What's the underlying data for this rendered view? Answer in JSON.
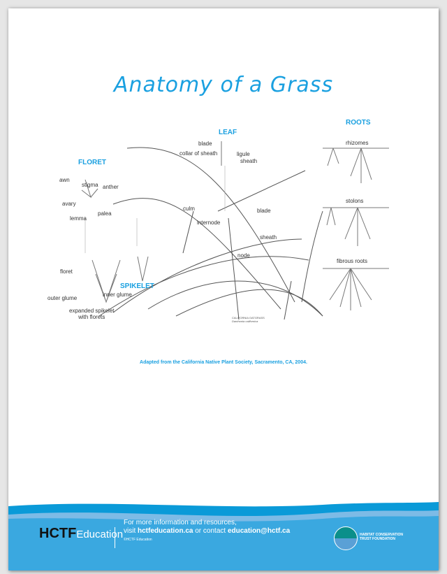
{
  "title": "Anatomy of a Grass",
  "sections": {
    "floret": "FLORET",
    "leaf": "LEAF",
    "spikelet": "SPIKELET",
    "roots": "ROOTS"
  },
  "labels": {
    "awn": "awn",
    "stigma": "stigma",
    "anther": "anther",
    "avary": "avary",
    "palea": "palea",
    "lemma": "lemma",
    "floret": "floret",
    "outer_glume": "outer glume",
    "inner_glume": "inner glume",
    "expanded": "expanded spikelet",
    "with_florets": "with florets",
    "blade_leaf": "blade",
    "collar": "collar of sheath",
    "ligule": "ligule",
    "sheath_leaf": "sheath",
    "culm": "culm",
    "internode": "internode",
    "blade": "blade",
    "sheath": "sheath",
    "node": "node",
    "rhizomes": "rhizomes",
    "stolons": "stolons",
    "fibrous": "fibrous roots"
  },
  "plant_caption": {
    "name": "CALIFORNIA OATGRASS",
    "species": "Danthonia californica"
  },
  "credit": "Adapted from the California Native Plant Society, Sacramento, CA, 2004.",
  "footer": {
    "logo_hctf": "HCTF",
    "logo_edu": "Education",
    "line1": "For more information and resources,",
    "visit": "visit ",
    "site": "hctfeducation.ca",
    "or": " or contact ",
    "email": "education@hctf.ca",
    "copyright": "©HCTF Education",
    "partner": "HABITAT CONSERVATION",
    "partner2": "TRUST FOUNDATION"
  },
  "colors": {
    "accent": "#1aa0e0",
    "footer": "#3aa8e0"
  }
}
